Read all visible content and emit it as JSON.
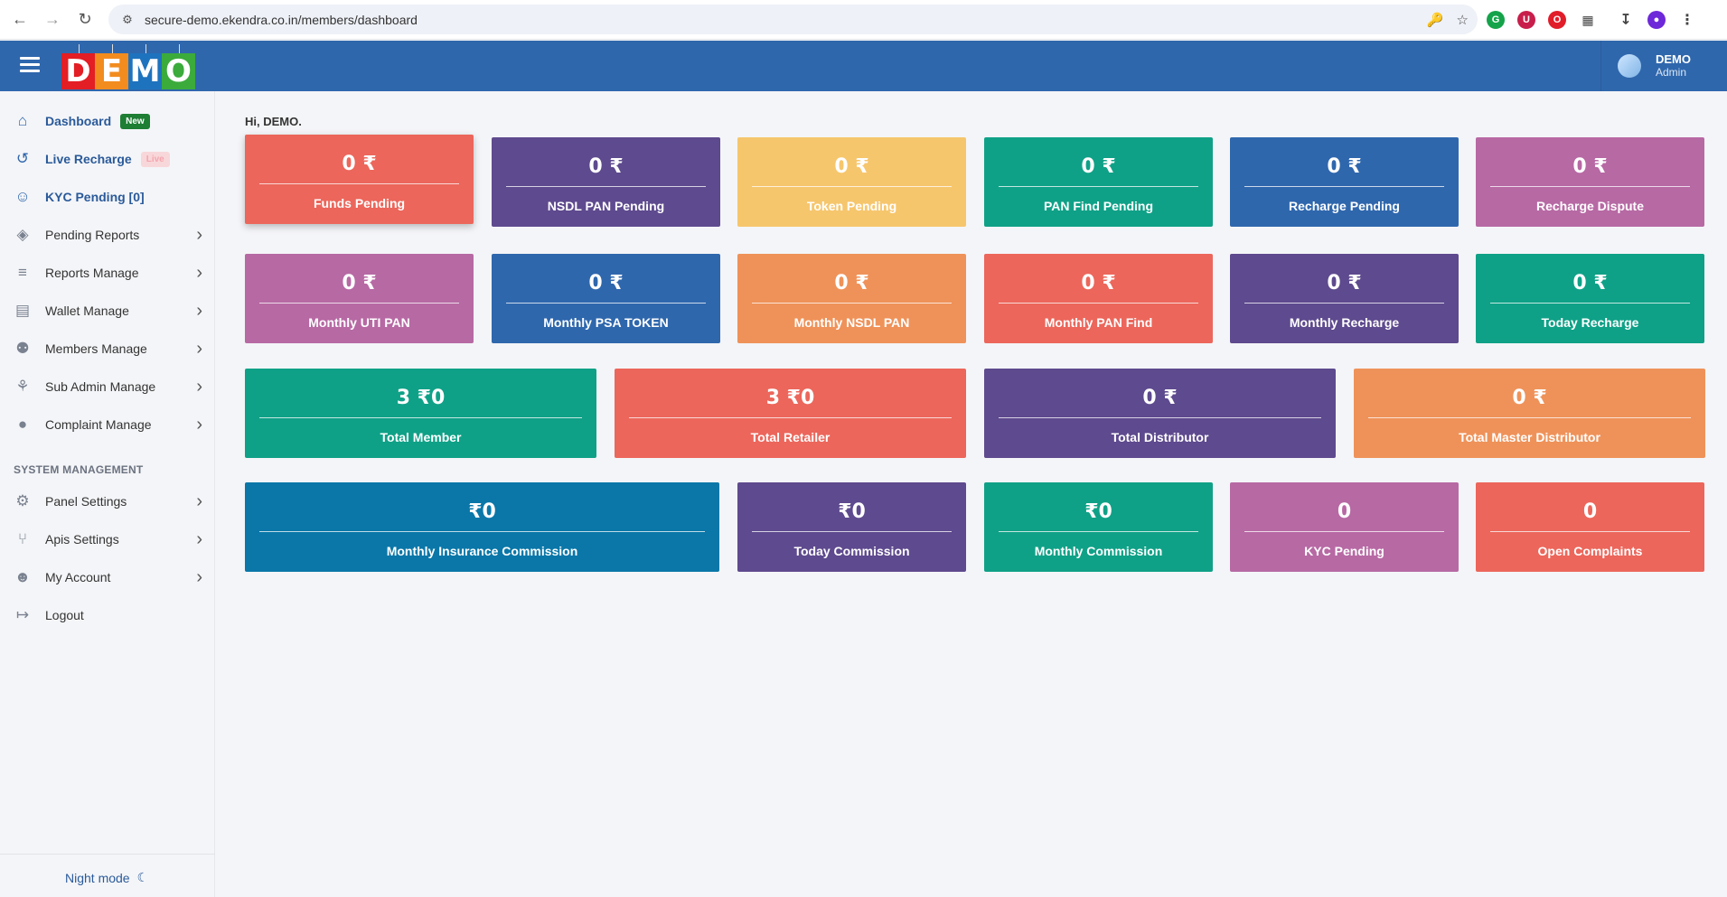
{
  "browser": {
    "url": "secure-demo.ekendra.co.in/members/dashboard"
  },
  "header": {
    "logo_letters": [
      {
        "char": "D",
        "color": "#e31e24"
      },
      {
        "char": "E",
        "color": "#f28c1f"
      },
      {
        "char": "M",
        "color": "#1e73be"
      },
      {
        "char": "O",
        "color": "#3bab3c"
      }
    ],
    "user_name": "DEMO",
    "user_role": "Admin",
    "bar_color": "#2f67ad"
  },
  "sidebar": {
    "items": [
      {
        "label": "Dashboard",
        "icon": "home-icon",
        "badge": "New",
        "active": true
      },
      {
        "label": "Live Recharge",
        "icon": "history-icon",
        "badge": "Live",
        "active": true
      },
      {
        "label": "KYC Pending [0]",
        "icon": "user-check-icon",
        "active": true
      },
      {
        "label": "Pending Reports",
        "icon": "layers-icon"
      },
      {
        "label": "Reports Manage",
        "icon": "stack-icon"
      },
      {
        "label": "Wallet Manage",
        "icon": "wallet-icon"
      },
      {
        "label": "Members Manage",
        "icon": "users-icon"
      },
      {
        "label": "Sub Admin Manage",
        "icon": "handshake-icon"
      },
      {
        "label": "Complaint Manage",
        "icon": "chat-icon"
      }
    ],
    "section_title": "SYSTEM MANAGEMENT",
    "system_items": [
      {
        "label": "Panel Settings",
        "icon": "gear-icon"
      },
      {
        "label": "Apis Settings",
        "icon": "fork-icon"
      },
      {
        "label": "My Account",
        "icon": "user-icon"
      },
      {
        "label": "Logout",
        "icon": "logout-icon"
      }
    ],
    "night_mode": "Night mode"
  },
  "main": {
    "greeting": "Hi, DEMO.",
    "rows": [
      [
        {
          "value": "0 ₹",
          "label": "Funds Pending",
          "color": "#ec665b"
        },
        {
          "value": "0 ₹",
          "label": "NSDL PAN Pending",
          "color": "#5e4a8e"
        },
        {
          "value": "0 ₹",
          "label": "Token Pending",
          "color": "#f6c66d"
        },
        {
          "value": "0 ₹",
          "label": "PAN Find Pending",
          "color": "#0fa187"
        },
        {
          "value": "0 ₹",
          "label": "Recharge Pending",
          "color": "#2f67ad"
        },
        {
          "value": "0 ₹",
          "label": "Recharge Dispute",
          "color": "#b769a4"
        }
      ],
      [
        {
          "value": "0 ₹",
          "label": "Monthly UTI PAN",
          "color": "#b769a4"
        },
        {
          "value": "0 ₹",
          "label": "Monthly PSA TOKEN",
          "color": "#2f67ad"
        },
        {
          "value": "0 ₹",
          "label": "Monthly NSDL PAN",
          "color": "#ef9259"
        },
        {
          "value": "0 ₹",
          "label": "Monthly PAN Find",
          "color": "#ec665b"
        },
        {
          "value": "0 ₹",
          "label": "Monthly Recharge",
          "color": "#5e4a8e"
        },
        {
          "value": "0 ₹",
          "label": "Today Recharge",
          "color": "#0fa187"
        }
      ],
      [
        {
          "value": "3 ₹0",
          "label": "Total Member",
          "color": "#0fa187"
        },
        {
          "value": "3 ₹0",
          "label": "Total Retailer",
          "color": "#ec665b"
        },
        {
          "value": "0 ₹",
          "label": "Total Distributor",
          "color": "#5e4a8e"
        },
        {
          "value": "0 ₹",
          "label": "Total Master Distributor",
          "color": "#ef9259"
        }
      ],
      [
        {
          "value": "₹0",
          "label": "Monthly Insurance Commission",
          "color": "#0a77a8"
        },
        {
          "value": "₹0",
          "label": "Today Commission",
          "color": "#5e4a8e"
        },
        {
          "value": "₹0",
          "label": "Monthly Commission",
          "color": "#0fa187"
        },
        {
          "value": "0",
          "label": "KYC Pending",
          "color": "#b769a4"
        },
        {
          "value": "0",
          "label": "Open Complaints",
          "color": "#ec665b"
        }
      ]
    ]
  }
}
